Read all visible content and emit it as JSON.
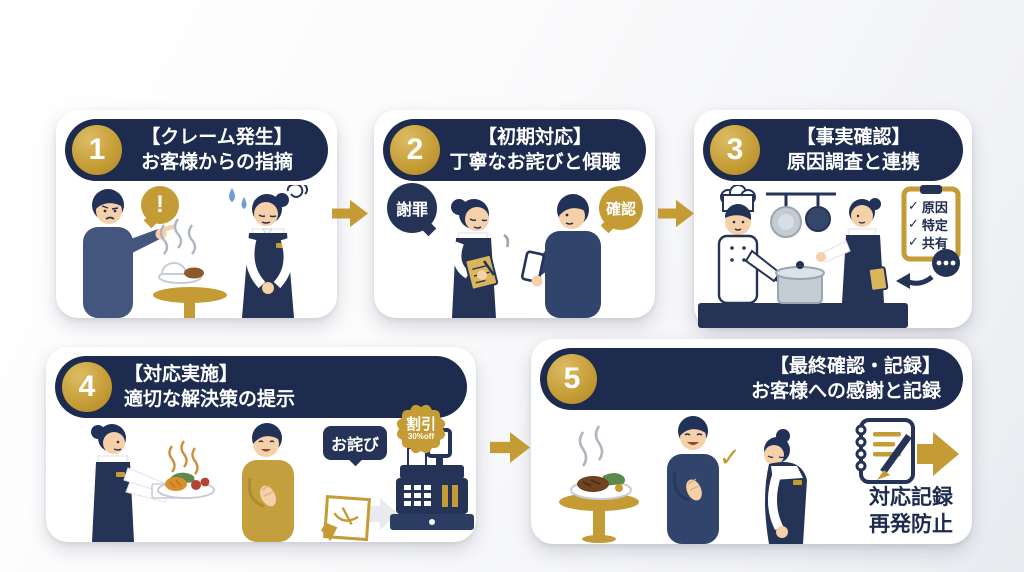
{
  "flow": {
    "steps": [
      {
        "number": "1",
        "title_line1": "【クレーム発生】",
        "title_line2": "お客様からの指摘",
        "bubble_exclamation": "!"
      },
      {
        "number": "2",
        "title_line1": "【初期対応】",
        "title_line2": "丁寧なお詫びと傾聴",
        "bubble_apology": "謝罪",
        "bubble_confirm": "確認"
      },
      {
        "number": "3",
        "title_line1": "【事実確認】",
        "title_line2": "原因調査と連携",
        "checklist": [
          {
            "check": "✓",
            "label": "原因"
          },
          {
            "check": "✓",
            "label": "特定"
          },
          {
            "check": "✓",
            "label": "共有"
          }
        ]
      },
      {
        "number": "4",
        "title_line1": "【対応実施】",
        "title_line2": "適切な解決策の提示",
        "bubble_apology_note": "お詫び",
        "badge_discount": "割引",
        "badge_discount_sub": "30%off"
      },
      {
        "number": "5",
        "title_line1": "【最終確認・記録】",
        "title_line2": "お客様への感謝と記録",
        "check_glyph": "✓",
        "note_line1": "対応記録",
        "note_line2": "再発防止"
      }
    ]
  },
  "colors": {
    "navy": "#1d2b4e",
    "gold": "#c49b34",
    "card": "#ffffff",
    "skin": "#f6d0a8"
  }
}
